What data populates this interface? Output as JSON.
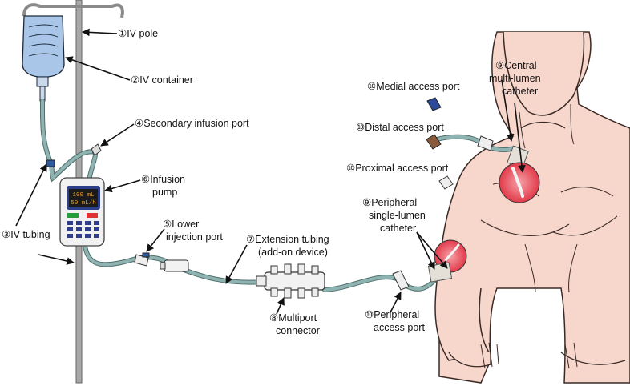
{
  "labels": {
    "iv_pole": "①IV pole",
    "iv_container": "②IV container",
    "iv_tubing": "③IV tubing",
    "secondary_port": "④Secondary infusion port",
    "lower_port_1": "⑤Lower",
    "lower_port_2": "injection port",
    "pump_1": "⑥Infusion",
    "pump_2": "pump",
    "ext_tubing_1": "⑦Extension tubing",
    "ext_tubing_2": "(add-on device)",
    "multiport_1": "⑧Multiport",
    "multiport_2": "connector",
    "central_1": "⑨Central",
    "central_2": "multi-lumen",
    "central_3": "catheter",
    "peripheral_cath_1": "⑨Peripheral",
    "peripheral_cath_2": "single-lumen",
    "peripheral_cath_3": "catheter",
    "medial_port": "⑩Medial access port",
    "distal_port": "⑩Distal access port",
    "proximal_port": "⑩Proximal access port",
    "peripheral_port_1": "⑩Peripheral",
    "peripheral_port_2": "access port"
  },
  "pump_display": {
    "volume": "100 mL",
    "rate": "50 mL/h"
  },
  "colors": {
    "tubing": "#8fb3b0",
    "tubing_edge": "#4f6f6e",
    "skin": "#f7d6cc",
    "skin_edge": "#3a2a26",
    "bag": "#a9c6e8",
    "pole": "#a8a8a8",
    "catheter_highlight": "#e8505b",
    "pump_screen": "#1a1a1a",
    "pump_text": "#f0a020"
  }
}
